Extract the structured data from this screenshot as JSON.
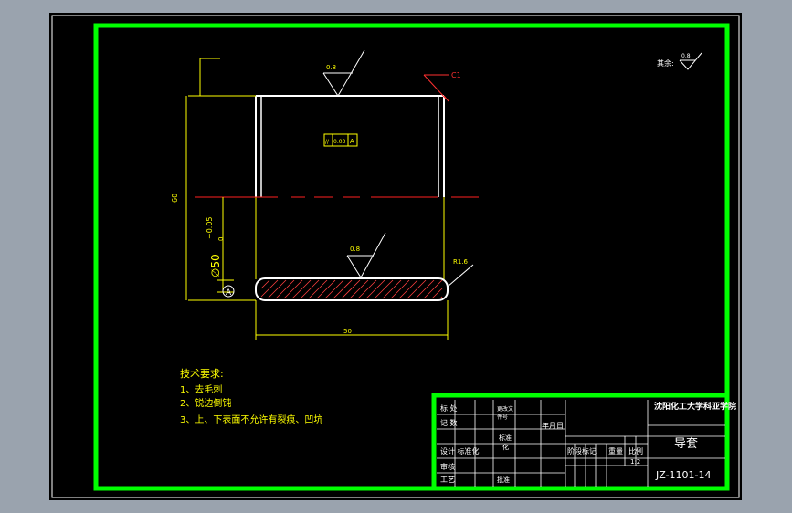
{
  "roughness_top": "0.8",
  "roughness_inner": "0.8",
  "roughness_other_label": "其余:",
  "roughness_other_value": "0.8",
  "chamfer_top": "C1",
  "chamfer_right": "R1.6",
  "tolerance": {
    "symbol": "//",
    "value": "0.03",
    "datum": "A"
  },
  "datum_marker": "A",
  "diameter_dim": "∅50",
  "diameter_tol": "+0.05",
  "diameter_tol2": "0",
  "height_dim": "60",
  "length_dim": "50",
  "tech_req": {
    "title": "技术要求:",
    "items": [
      "1、去毛刺",
      "2、锐边倒钝",
      "3、上、下表面不允许有裂痕、凹坑"
    ]
  },
  "title_block": {
    "school": "沈阳化工大学科亚学院",
    "part_name": "导套",
    "drawing_no": "JZ-1101-14",
    "scale": "1:2",
    "col_labels": [
      "阶段标记",
      "重量",
      "比例"
    ],
    "left_rows": [
      "标 处",
      "记 数",
      "设计 标准化",
      "审核",
      "工艺"
    ],
    "mid_cells": [
      "更改文",
      "件号",
      "标准",
      "化",
      "批准"
    ],
    "date_label": "年月日"
  }
}
